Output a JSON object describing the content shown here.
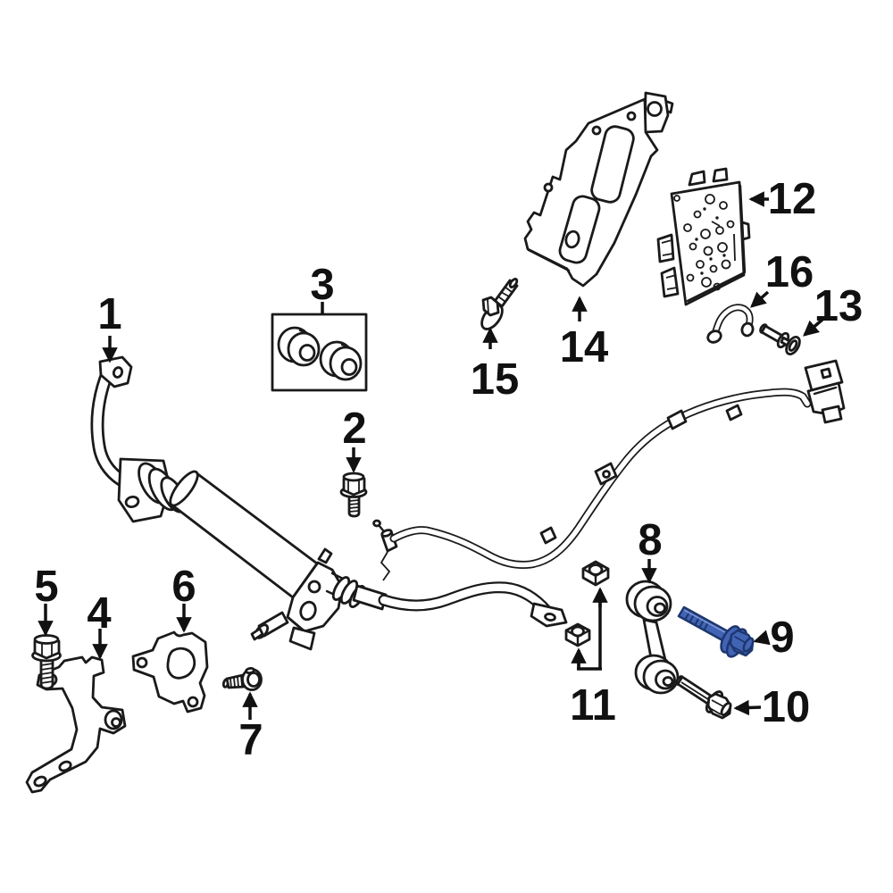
{
  "diagram": {
    "kind": "exploded-parts-diagram",
    "subject": "stabilizer-bar-and-control-module-assembly",
    "background": "#ffffff",
    "line_color": "#1a1a1a",
    "highlight": {
      "part_label": "9",
      "fill": "#4164b4",
      "stroke": "#1d366f",
      "shade": "#7b97d6"
    },
    "parts": [
      {
        "label": "1",
        "name": "stabilizer-bar-assembly",
        "highlighted": false
      },
      {
        "label": "2",
        "name": "flange-hex-bolt",
        "highlighted": false
      },
      {
        "label": "3",
        "name": "bushing-kit",
        "highlighted": false
      },
      {
        "label": "4",
        "name": "mounting-bracket",
        "highlighted": false
      },
      {
        "label": "5",
        "name": "flange-hex-bolt",
        "highlighted": false
      },
      {
        "label": "6",
        "name": "support-bracket",
        "highlighted": false
      },
      {
        "label": "7",
        "name": "screw",
        "highlighted": false
      },
      {
        "label": "8",
        "name": "stabilizer-link",
        "highlighted": false
      },
      {
        "label": "9",
        "name": "flange-hex-bolt-selected",
        "highlighted": true
      },
      {
        "label": "10",
        "name": "flange-hex-bolt",
        "highlighted": false
      },
      {
        "label": "11",
        "name": "hex-nuts",
        "highlighted": false
      },
      {
        "label": "12",
        "name": "control-module",
        "highlighted": false
      },
      {
        "label": "13",
        "name": "push-pin-rivet",
        "highlighted": false
      },
      {
        "label": "14",
        "name": "module-bracket",
        "highlighted": false
      },
      {
        "label": "15",
        "name": "flange-bolt",
        "highlighted": false
      },
      {
        "label": "16",
        "name": "hose",
        "highlighted": false
      }
    ]
  }
}
